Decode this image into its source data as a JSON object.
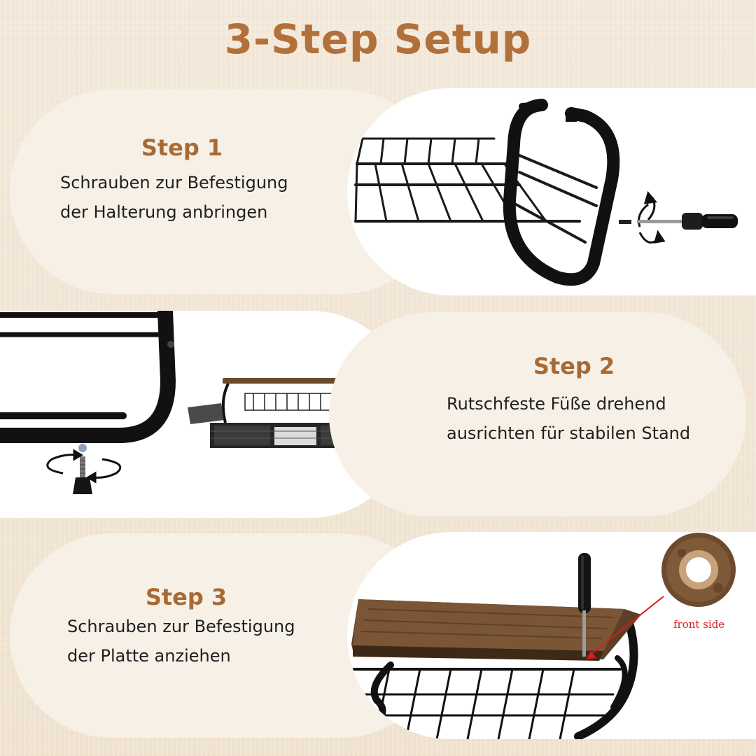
{
  "title": "3-Step Setup",
  "steps": [
    {
      "title": "Step 1",
      "lines": [
        "Schrauben zur Befestigung",
        "der Halterung anbringen"
      ]
    },
    {
      "title": "Step 2",
      "lines": [
        "Rutschfeste Füße drehend",
        "ausrichten für stabilen Stand"
      ]
    },
    {
      "title": "Step 3",
      "lines": [
        "Schrauben zur Befestigung",
        "der Platte anziehen"
      ],
      "detail_caption": "front side"
    }
  ],
  "colors": {
    "accent": "#b2703b",
    "step_title": "#a86a35",
    "caption": "#d81b1b",
    "wood": "#6b4a2e"
  }
}
